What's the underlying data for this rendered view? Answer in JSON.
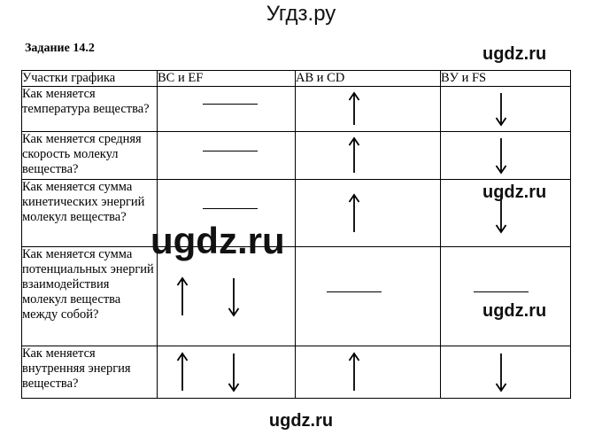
{
  "page": {
    "site_title": "Угдз.ру",
    "task_title": "Задание 14.2",
    "watermark": "ugdz.ru"
  },
  "table": {
    "headers": [
      "Участки графика",
      "BC и EF",
      "AB и CD",
      "BУ и FS"
    ],
    "rows": [
      {
        "question": "Как меняется температура вещества?",
        "cells": [
          [
            "no-change"
          ],
          [
            "increase"
          ],
          [
            "decrease"
          ]
        ]
      },
      {
        "question": "Как меняется средняя скорость молекул вещества?",
        "cells": [
          [
            "no-change"
          ],
          [
            "increase"
          ],
          [
            "decrease"
          ]
        ]
      },
      {
        "question": "Как меняется сумма кинетических энергий молекул вещества?",
        "cells": [
          [
            "no-change"
          ],
          [
            "increase"
          ],
          [
            "decrease"
          ]
        ]
      },
      {
        "question": "Как меняется сумма потенциальных энергий взаимодействия молекул вещества между собой?",
        "cells": [
          [
            "increase",
            "decrease"
          ],
          [
            "no-change"
          ],
          [
            "no-change"
          ]
        ]
      },
      {
        "question": "Как меняется внутренняя энергия вещества?",
        "cells": [
          [
            "increase",
            "decrease"
          ],
          [
            "increase"
          ],
          [
            "decrease"
          ]
        ]
      }
    ]
  },
  "symbols": {
    "increase": "arrow-up-icon",
    "decrease": "arrow-down-icon",
    "no-change": "dash-icon"
  }
}
